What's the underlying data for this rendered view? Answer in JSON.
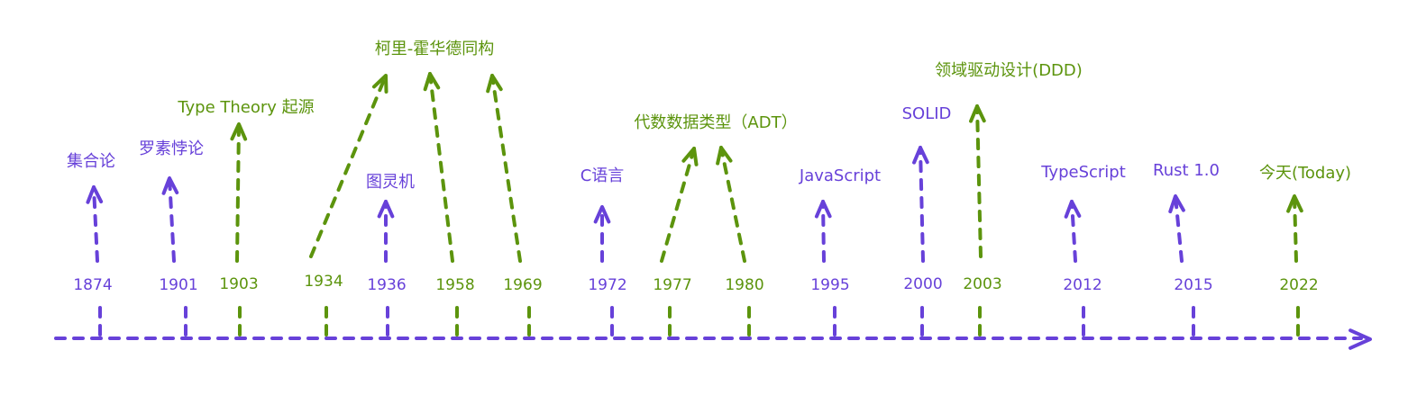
{
  "colors": {
    "purple": "#6741d9",
    "green": "#5c940d",
    "background": "#ffffff"
  },
  "years": [
    "1874",
    "1901",
    "1903",
    "1934",
    "1936",
    "1958",
    "1969",
    "1972",
    "1977",
    "1980",
    "1995",
    "2000",
    "2003",
    "2012",
    "2015",
    "2022"
  ],
  "events": [
    {
      "label": "集合论",
      "color": "purple"
    },
    {
      "label": "罗素悖论",
      "color": "purple"
    },
    {
      "label": "Type Theory 起源",
      "color": "green"
    },
    {
      "label": "柯里-霍华德同构",
      "color": "green"
    },
    {
      "label": "图灵机",
      "color": "purple"
    },
    {
      "label": "C语言",
      "color": "purple"
    },
    {
      "label": "代数数据类型（ADT）",
      "color": "green"
    },
    {
      "label": "JavaScript",
      "color": "purple"
    },
    {
      "label": "SOLID",
      "color": "purple"
    },
    {
      "label": "领域驱动设计(DDD)",
      "color": "green"
    },
    {
      "label": "TypeScript",
      "color": "purple"
    },
    {
      "label": "Rust 1.0",
      "color": "purple"
    },
    {
      "label": "今天(Today)",
      "color": "green"
    }
  ]
}
